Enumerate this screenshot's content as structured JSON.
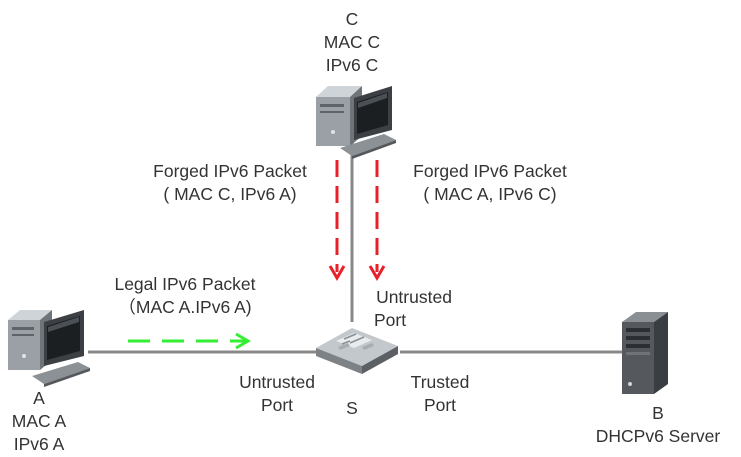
{
  "colors": {
    "link_line": "#888888",
    "forged_arrow": "#e8202a",
    "legal_arrow": "#33ee33",
    "text": "#333333"
  },
  "host_c": {
    "name": "C",
    "mac": "MAC C",
    "ip": "IPv6 C",
    "icon": "desktop-computer-icon"
  },
  "host_a": {
    "name": "A",
    "mac": "MAC A",
    "ip": "IPv6 A",
    "icon": "desktop-computer-icon"
  },
  "server_b": {
    "name": "B",
    "role": "DHCPv6 Server",
    "icon": "tower-server-icon"
  },
  "switch_s": {
    "name": "S",
    "icon": "network-switch-icon"
  },
  "forged_left": {
    "line1": "Forged IPv6 Packet",
    "line2": "( MAC C, IPv6 A)"
  },
  "forged_right": {
    "line1": "Forged IPv6 Packet",
    "line2": "( MAC A, IPv6 C)"
  },
  "legal": {
    "line1": "Legal IPv6 Packet",
    "line2": "（MAC A.IPv6 A)"
  },
  "ports": {
    "top": {
      "line1": "Untrusted",
      "line2": "Port"
    },
    "left": {
      "line1": "Untrusted",
      "line2": "Port"
    },
    "right": {
      "line1": "Trusted",
      "line2": "Port"
    }
  }
}
